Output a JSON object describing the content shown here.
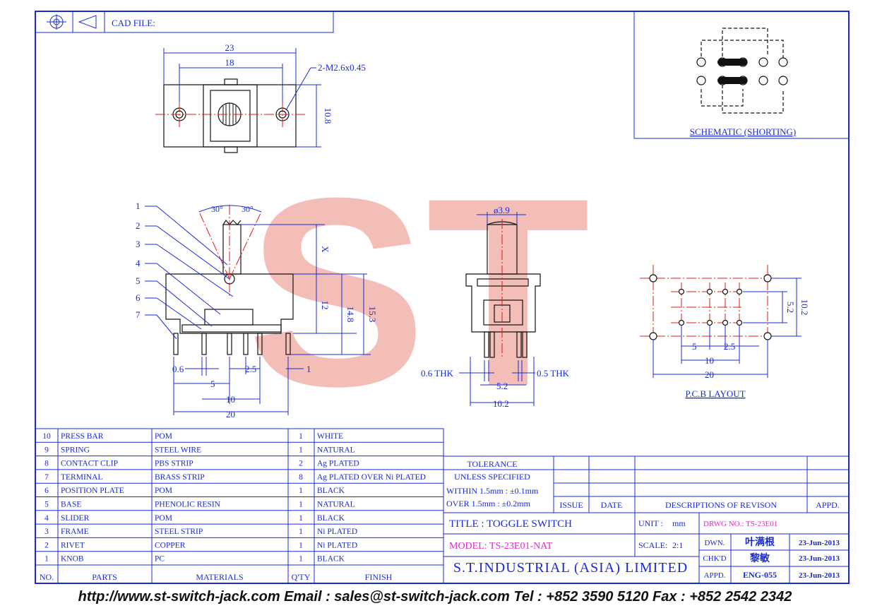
{
  "header": {
    "cad_label": "CAD FILE:"
  },
  "dims_top": {
    "w23": "23",
    "w18": "18",
    "hole": "2-M2.6x0.45",
    "h108": "10.8"
  },
  "dims_side": {
    "n1": "1",
    "n2": "2",
    "n3": "3",
    "n4": "4",
    "n5": "5",
    "n6": "6",
    "n7": "7",
    "a30l": "30°",
    "a30r": "30°",
    "x": "X",
    "h12": "12",
    "h148": "14.8",
    "h153": "15.3",
    "d06": "0.6",
    "d5": "5",
    "d25": "2.5",
    "d1": "1",
    "d10": "10",
    "d20": "20"
  },
  "dims_front": {
    "dia": "ø3.9",
    "thk06": "0.6 THK",
    "thk05": "0.5 THK",
    "d52": "5.2",
    "d102": "10.2"
  },
  "dims_pcb": {
    "h52": "5.2",
    "h102": "10.2",
    "d5": "5",
    "d25": "2.5",
    "d10": "10",
    "d20": "20",
    "label": "P.C.B LAYOUT"
  },
  "schematic": {
    "label": "SCHEMATIC (SHORTING)"
  },
  "watermark": "ST",
  "bom": {
    "rows": [
      {
        "no": "10",
        "part": "PRESS BAR",
        "material": "POM",
        "qty": "1",
        "finish": "WHITE"
      },
      {
        "no": "9",
        "part": "SPRING",
        "material": "STEEL WIRE",
        "qty": "1",
        "finish": "NATURAL"
      },
      {
        "no": "8",
        "part": "CONTACT CLIP",
        "material": "PBS STRIP",
        "qty": "2",
        "finish": "Ag PLATED"
      },
      {
        "no": "7",
        "part": "TERMINAL",
        "material": "BRASS STRIP",
        "qty": "8",
        "finish": "Ag PLATED OVER Ni PLATED"
      },
      {
        "no": "6",
        "part": "POSITION PLATE",
        "material": "POM",
        "qty": "1",
        "finish": "BLACK"
      },
      {
        "no": "5",
        "part": "BASE",
        "material": "PHENOLIC RESIN",
        "qty": "1",
        "finish": "NATURAL"
      },
      {
        "no": "4",
        "part": "SLIDER",
        "material": "POM",
        "qty": "1",
        "finish": "BLACK"
      },
      {
        "no": "3",
        "part": "FRAME",
        "material": "STEEL STRIP",
        "qty": "1",
        "finish": "Ni PLATED"
      },
      {
        "no": "2",
        "part": "RIVET",
        "material": "COPPER",
        "qty": "1",
        "finish": "Ni PLATED"
      },
      {
        "no": "1",
        "part": "KNOB",
        "material": "PC",
        "qty": "1",
        "finish": "BLACK"
      }
    ],
    "head": {
      "no": "NO.",
      "part": "PARTS",
      "material": "MATERIALS",
      "qty": "Q'TY",
      "finish": "FINISH"
    }
  },
  "tolerance": {
    "title1": "TOLERANCE",
    "title2": "UNLESS SPECIFIED",
    "within": "WITHIN 1.5mm : ±0.1mm",
    "over": "OVER 1.5mm : ±0.2mm",
    "issue": "ISSUE",
    "date": "DATE",
    "desc": "DESCRIPTIONS OF REVISON",
    "appd": "APPD."
  },
  "title_block": {
    "title": "TITLE : TOGGLE SWITCH",
    "unit_label": "UNIT :",
    "unit": "mm",
    "drwg": "DRWG NO.: TS-23E01",
    "model": "MODEL: TS-23E01-NAT",
    "scale_label": "SCALE:",
    "scale": "2:1",
    "company": "S.T.INDUSTRIAL (ASIA) LIMITED",
    "dwn_label": "DWN.",
    "dwn": "叶满根",
    "dwn_date": "23-Jun-2013",
    "chk_label": "CHK'D",
    "chk": "黎敏",
    "chk_date": "23-Jun-2013",
    "appd_label": "APPD.",
    "appd": "ENG-055",
    "appd_date": "23-Jun-2013"
  },
  "footer": "http://www.st-switch-jack.com Email : sales@st-switch-jack.com Tel : +852 3590 5120 Fax : +852 2542 2342"
}
